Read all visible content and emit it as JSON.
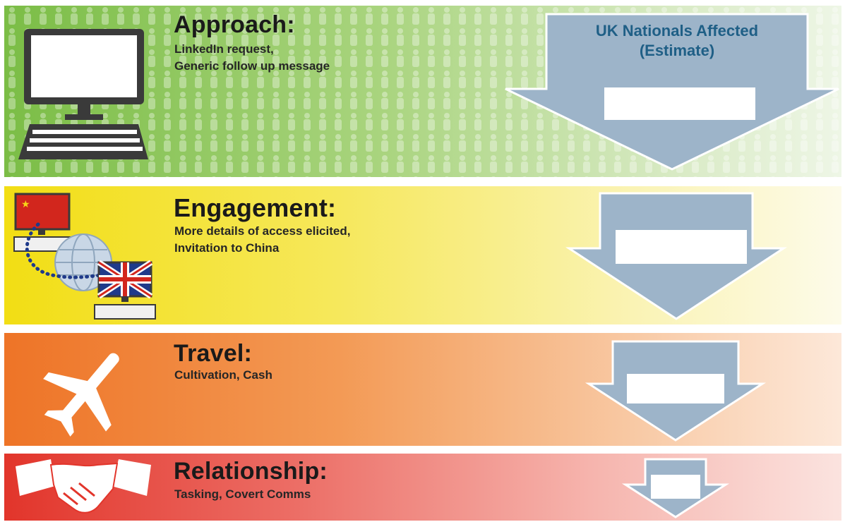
{
  "stages": [
    {
      "title": "Approach:",
      "details": [
        "LinkedIn request,",
        "Generic follow up message"
      ],
      "icon": "computer-icon",
      "color_start": "#7dbe4a",
      "color_end": "#e9f4dc"
    },
    {
      "title": "Engagement:",
      "details": [
        "More details of access elicited,",
        "Invitation to China"
      ],
      "icon": "china-uk-globe-icon",
      "color_start": "#f4e21a",
      "color_end": "#fdfbe8"
    },
    {
      "title": "Travel:",
      "details": [
        "Cultivation, Cash"
      ],
      "icon": "airplane-icon",
      "color_start": "#ef7a2a",
      "color_end": "#fde9da"
    },
    {
      "title": "Relationship:",
      "details": [
        "Tasking, Covert Comms"
      ],
      "icon": "handshake-icon",
      "color_start": "#e23a2c",
      "color_end": "#fbe0dc"
    }
  ],
  "funnel": {
    "heading_line1": "UK Nationals Affected",
    "heading_line2": "(Estimate)",
    "arrow_color": "#9db4c9",
    "heading_color": "#1f5f86"
  }
}
